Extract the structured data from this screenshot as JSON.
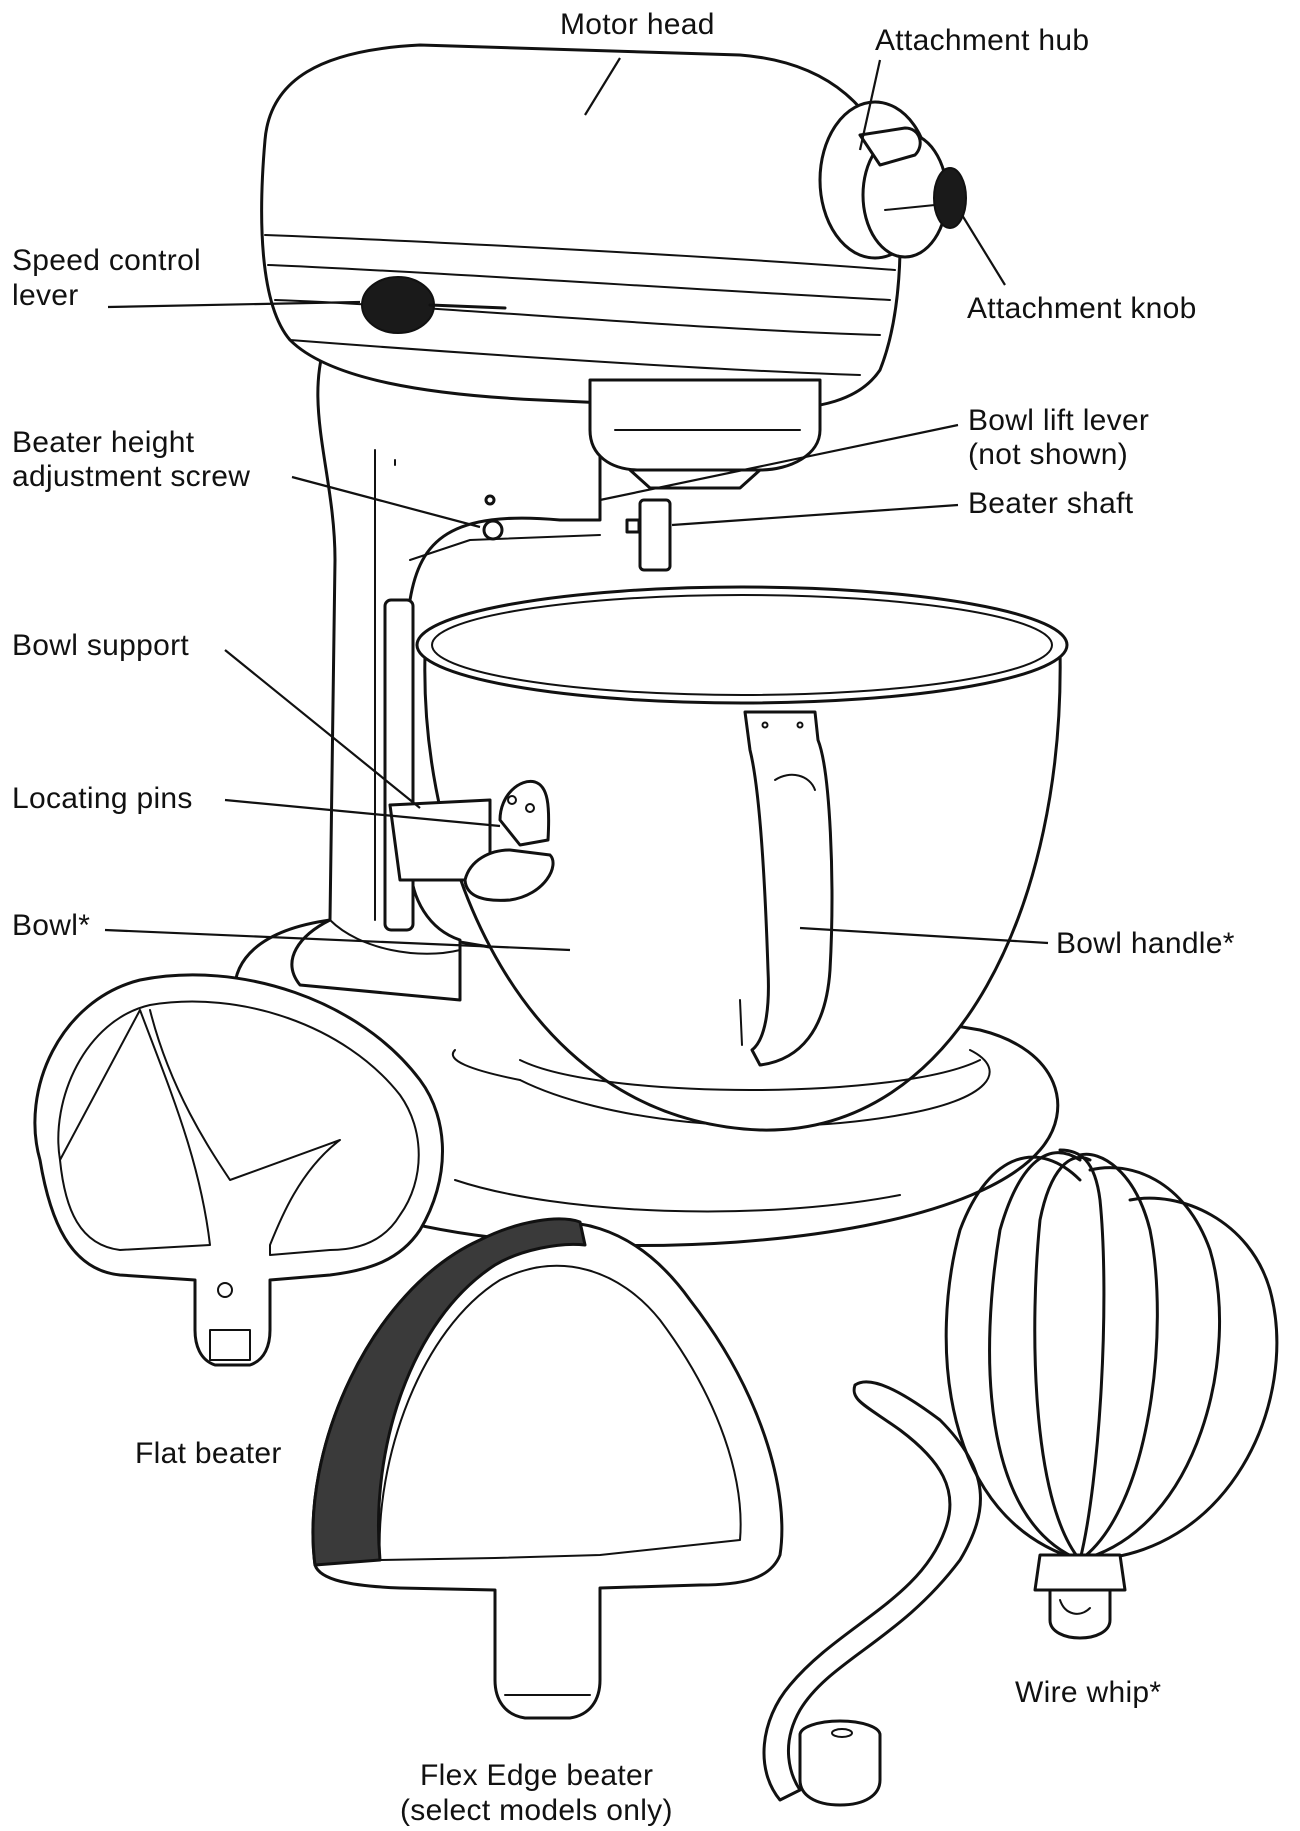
{
  "labels": {
    "motor_head": "Motor head",
    "attachment_hub": "Attachment hub",
    "attachment_knob": "Attachment knob",
    "speed_control_lever_line1": "Speed control",
    "speed_control_lever_line2": "lever",
    "beater_height_line1": "Beater height",
    "beater_height_line2": "adjustment screw",
    "bowl_lift_lever_line1": "Bowl lift lever",
    "bowl_lift_lever_line2": "(not shown)",
    "beater_shaft": "Beater shaft",
    "bowl_support": "Bowl support",
    "locating_pins": "Locating pins",
    "bowl": "Bowl*",
    "bowl_handle": "Bowl handle*",
    "flat_beater": "Flat beater",
    "flex_edge_line1": "Flex Edge beater",
    "flex_edge_line2": "(select models only)",
    "wire_whip": "Wire whip*"
  },
  "colors": {
    "line": "#111111",
    "background": "#ffffff",
    "flex_edge": "#3a3a3a"
  }
}
